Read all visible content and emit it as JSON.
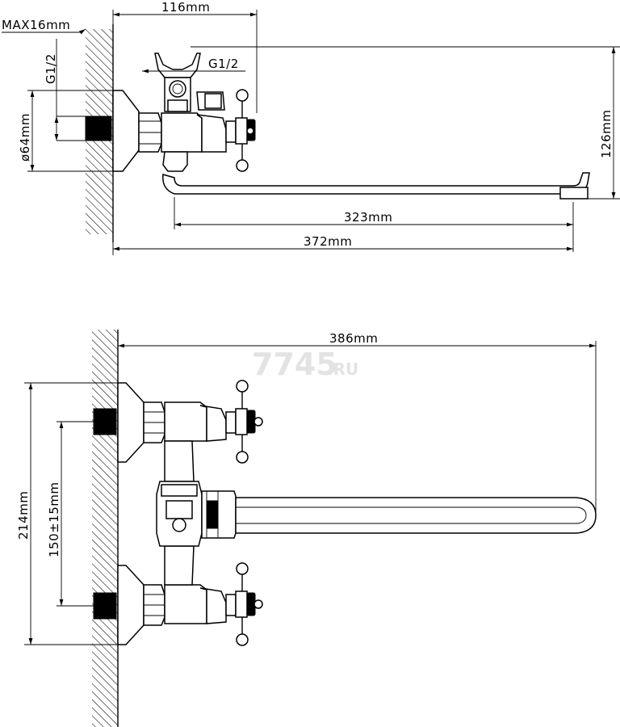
{
  "top_view": {
    "dim_width": "116mm",
    "dim_max_thickness": "MAX16mm",
    "dim_thread_left": "G1/2",
    "dim_thread_right": "G1/2",
    "dim_flange": "ø64mm",
    "dim_height": "126mm",
    "dim_spout": "323mm",
    "dim_total": "372mm"
  },
  "front_view": {
    "dim_length": "386mm",
    "dim_height": "214mm",
    "dim_spacing": "150±15mm"
  },
  "watermark": {
    "main": "7745",
    "suffix": ".RU"
  },
  "colors": {
    "line": "#000000",
    "watermark": "#e3e3e3"
  }
}
